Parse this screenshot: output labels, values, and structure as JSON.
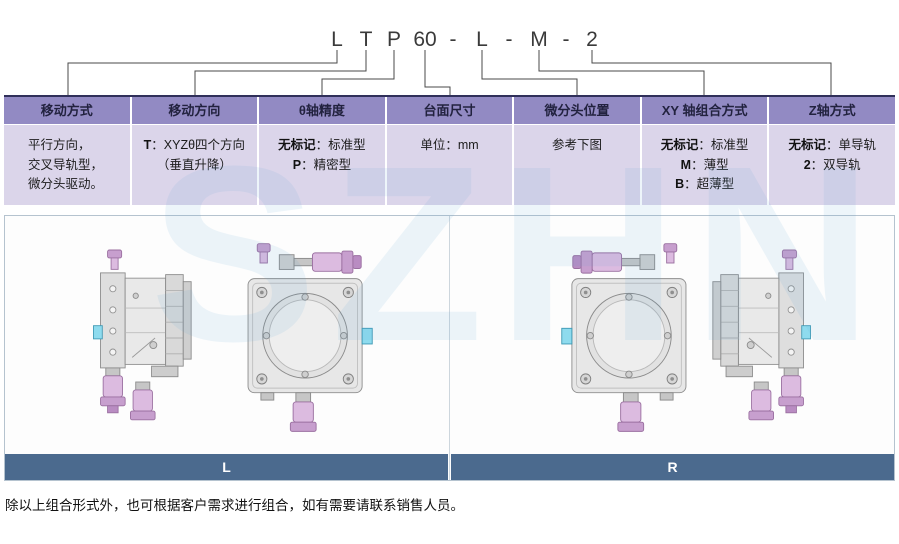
{
  "model_code": {
    "parts": [
      "L",
      "T",
      "P",
      "60",
      "-",
      "L",
      "-",
      "M",
      "-",
      "2"
    ]
  },
  "table": {
    "columns": [
      {
        "header": "移动方式",
        "lines": [
          {
            "bold": "",
            "rest": "平行方向，"
          },
          {
            "bold": "",
            "rest": "交叉导轨型，"
          },
          {
            "bold": "",
            "rest": "微分头驱动。"
          }
        ]
      },
      {
        "header": "移动方向",
        "lines": [
          {
            "bold": "T",
            "rest": "：XYZθ四个方向"
          },
          {
            "bold": "",
            "rest": "（垂直升降）"
          }
        ]
      },
      {
        "header": "θ轴精度",
        "lines": [
          {
            "bold": "无标记",
            "rest": "：标准型"
          },
          {
            "bold": "P",
            "rest": "：精密型"
          }
        ]
      },
      {
        "header": "台面尺寸",
        "lines": [
          {
            "bold": "",
            "rest": "单位：mm"
          }
        ]
      },
      {
        "header": "微分头位置",
        "lines": [
          {
            "bold": "",
            "rest": "参考下图"
          }
        ]
      },
      {
        "header": "XY 轴组合方式",
        "lines": [
          {
            "bold": "无标记",
            "rest": "：标准型"
          },
          {
            "bold": "M",
            "rest": "：薄型"
          },
          {
            "bold": "B",
            "rest": "：超薄型"
          }
        ]
      },
      {
        "header": "Z轴方式",
        "lines": [
          {
            "bold": "无标记",
            "rest": "：单导轨"
          },
          {
            "bold": "2",
            "rest": "：双导轨"
          }
        ]
      }
    ]
  },
  "figure": {
    "left_label": "L",
    "right_label": "R"
  },
  "footer_note": "除以上组合形式外，也可根据客户需求进行组合，如有需要请联系销售人员。",
  "watermark": "SZHN",
  "colors": {
    "header_purple": "#928ac3",
    "body_lavender": "#dbd5ea",
    "label_bar_blue": "#4b6a8e",
    "accent_cyan": "#8edbee",
    "micrometer_pink": "#dcbbe0"
  }
}
